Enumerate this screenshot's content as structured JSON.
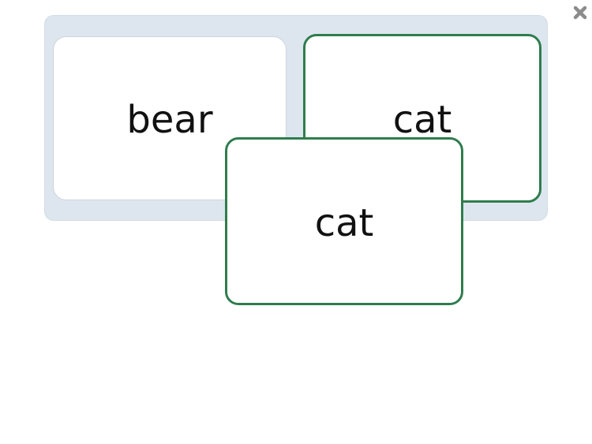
{
  "controls": {
    "close_icon": "close-icon"
  },
  "tray": {
    "slots": [
      {
        "word": "bear"
      },
      {
        "word": "cat"
      }
    ]
  },
  "dragged_card": {
    "word": "cat"
  },
  "colors": {
    "tray_background": "#dde6ef",
    "matched_border": "#2f7d4d",
    "card_background": "#ffffff"
  }
}
